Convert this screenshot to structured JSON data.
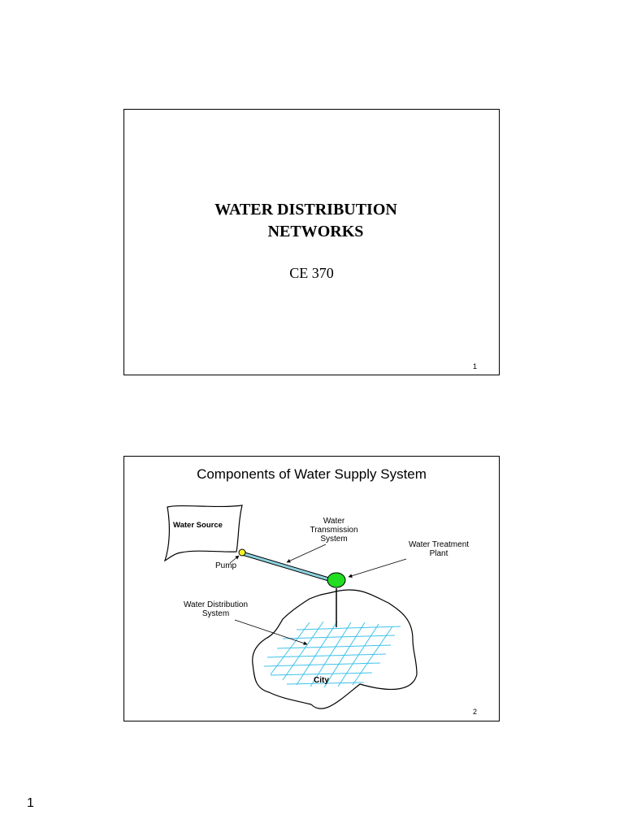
{
  "slide1": {
    "title_line1": "WATER DISTRIBUTION",
    "title_line2": "NETWORKS",
    "subtitle": "CE 370",
    "number": "1"
  },
  "slide2": {
    "title": "Components of Water Supply System",
    "labels": {
      "water_source": "Water Source",
      "transmission_1": "Water",
      "transmission_2": "Transmission",
      "transmission_3": "System",
      "treatment_1": "Water Treatment",
      "treatment_2": "Plant",
      "pump": "Pump",
      "distribution_1": "Water Distribution",
      "distribution_2": "System",
      "city": "City"
    },
    "number": "2",
    "colors": {
      "pipe": "#8fd3e0",
      "pump": "#f3f32a",
      "treatment_plant": "#22dd22",
      "grid": "#3cc2ea"
    }
  },
  "page_number": "1"
}
